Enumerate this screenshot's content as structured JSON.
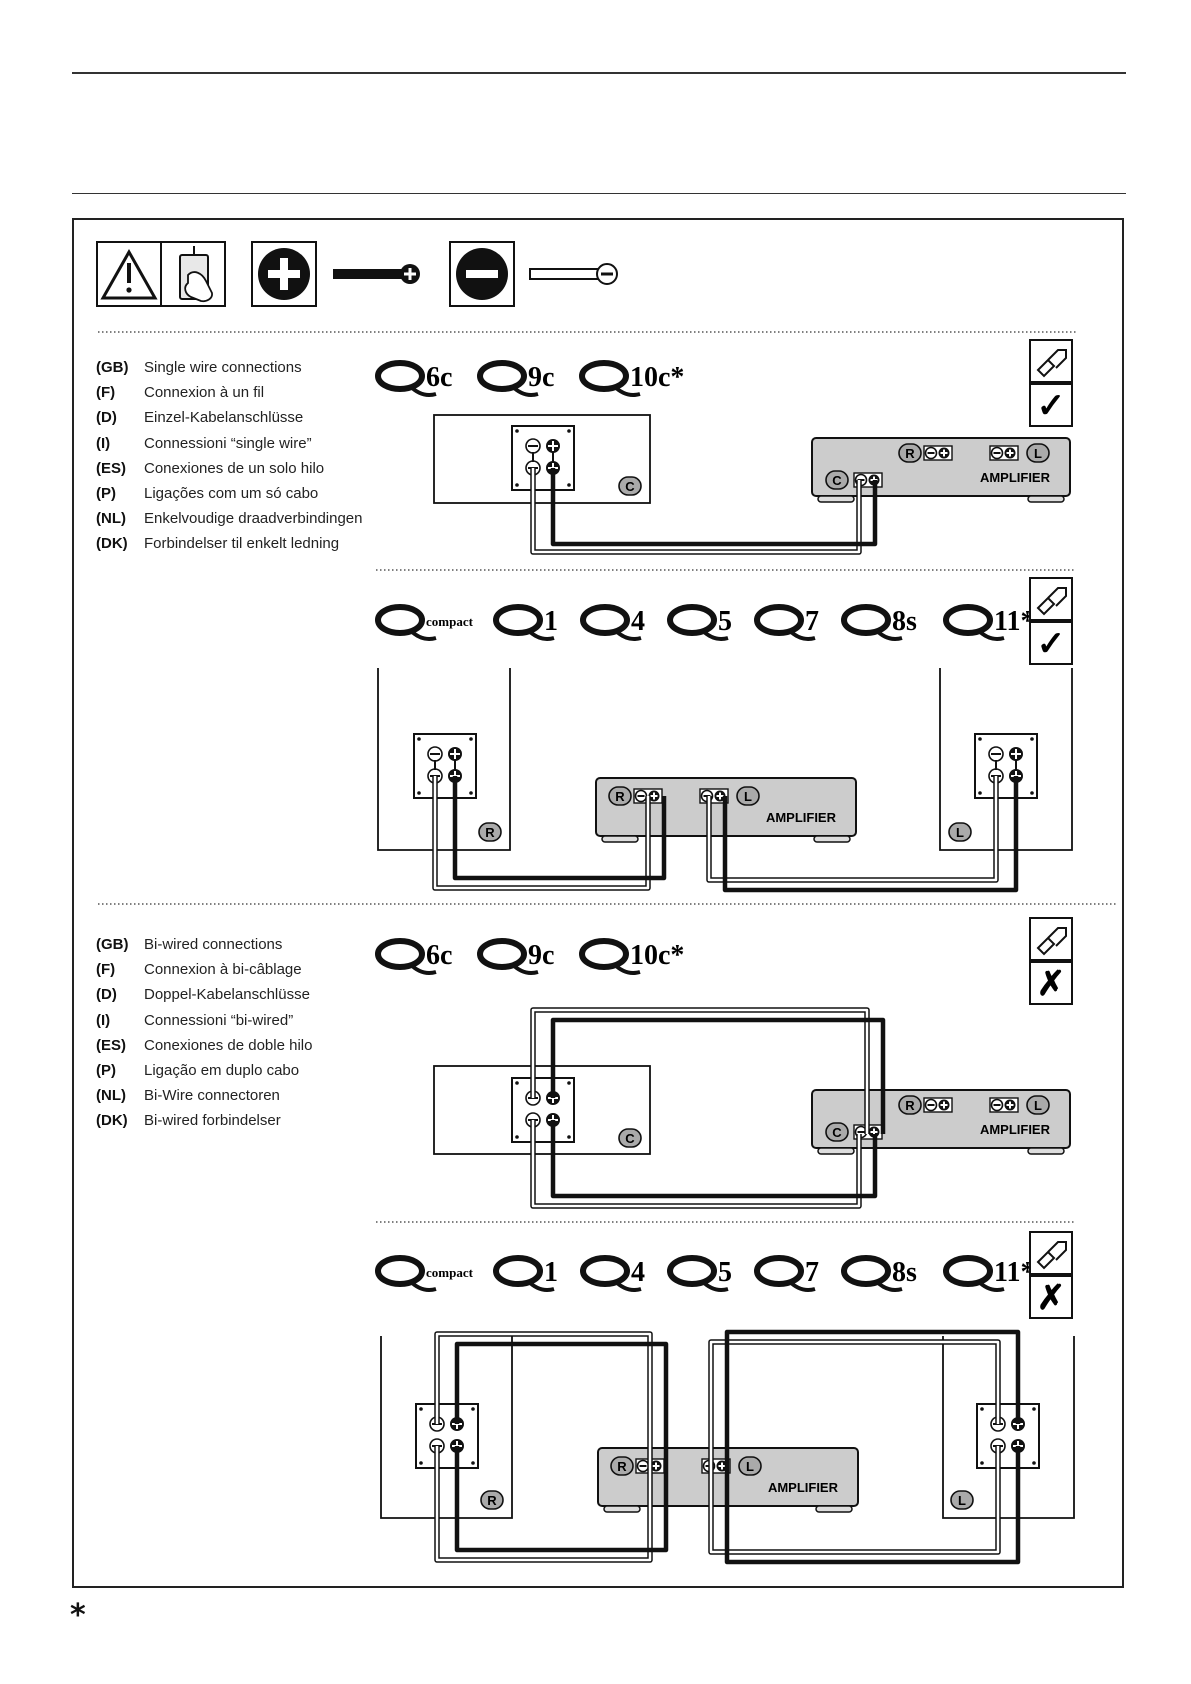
{
  "sections": [
    {
      "languages": [
        {
          "code": "(GB)",
          "text": "Single wire connections"
        },
        {
          "code": "(F)",
          "text": "Connexion à un fil"
        },
        {
          "code": "(D)",
          "text": "Einzel-Kabelanschlüsse"
        },
        {
          "code": "(I)",
          "text": "Connessioni “single wire”"
        },
        {
          "code": "(ES)",
          "text": "Conexiones de un solo hilo"
        },
        {
          "code": "(P)",
          "text": "Ligações com um só cabo"
        },
        {
          "code": "(NL)",
          "text": "Enkelvoudige draadverbindingen"
        },
        {
          "code": "(DK)",
          "text": "Forbindelser til enkelt ledning"
        }
      ]
    },
    {
      "languages": [
        {
          "code": "(GB)",
          "text": "Bi-wired connections"
        },
        {
          "code": "(F)",
          "text": "Connexion à bi-câblage"
        },
        {
          "code": "(D)",
          "text": "Doppel-Kabelanschlüsse"
        },
        {
          "code": "(I)",
          "text": "Connessioni “bi-wired”"
        },
        {
          "code": "(ES)",
          "text": "Conexiones de doble hilo"
        },
        {
          "code": "(P)",
          "text": "Ligação em duplo cabo"
        },
        {
          "code": "(NL)",
          "text": "Bi-Wire connectoren"
        },
        {
          "code": "(DK)",
          "text": "Bi-wired forbindelser"
        }
      ]
    }
  ],
  "models": {
    "center": [
      "6c",
      "9c",
      "10c*"
    ],
    "stereo": [
      "compact",
      "1",
      "4",
      "5",
      "7",
      "8s",
      "11*"
    ]
  },
  "labels": {
    "amplifier": "AMPLIFIER",
    "center": "C",
    "right": "R",
    "left": "L",
    "footnote": "*"
  },
  "status": {
    "single_center": "✓",
    "single_stereo": "✓",
    "biwire_center": "✗",
    "biwire_stereo": "✗"
  }
}
